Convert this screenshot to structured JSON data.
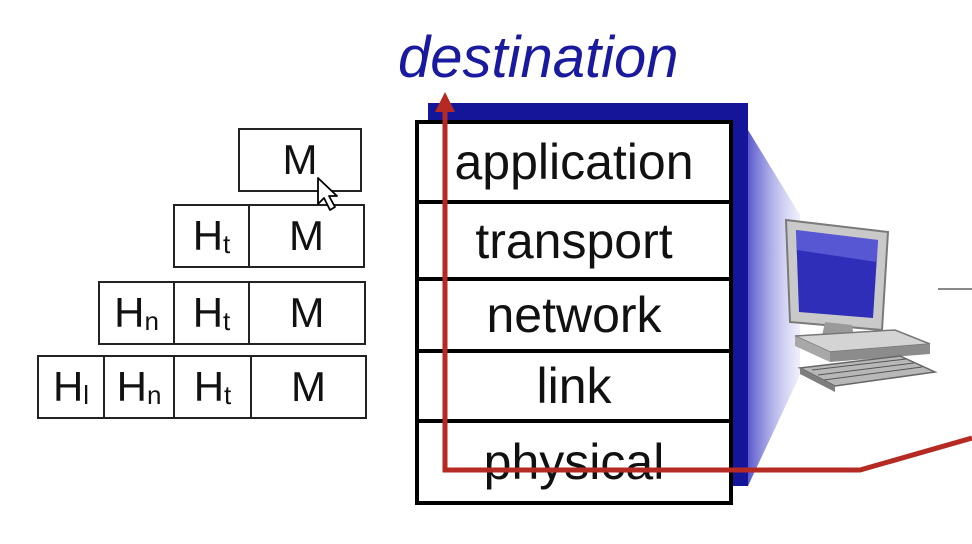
{
  "title": "destination",
  "layers": [
    "application",
    "transport",
    "network",
    "link",
    "physical"
  ],
  "headers": {
    "message": "M",
    "transport_base": "H",
    "transport_sub": "t",
    "network_base": "H",
    "network_sub": "n",
    "link_base": "H",
    "link_sub": "l"
  },
  "colors": {
    "title": "#1a1a9e",
    "stack_shadow": "#15159a",
    "path": "#b52a22"
  },
  "icons": [
    "desktop-computer-icon",
    "mouse-pointer-icon"
  ]
}
